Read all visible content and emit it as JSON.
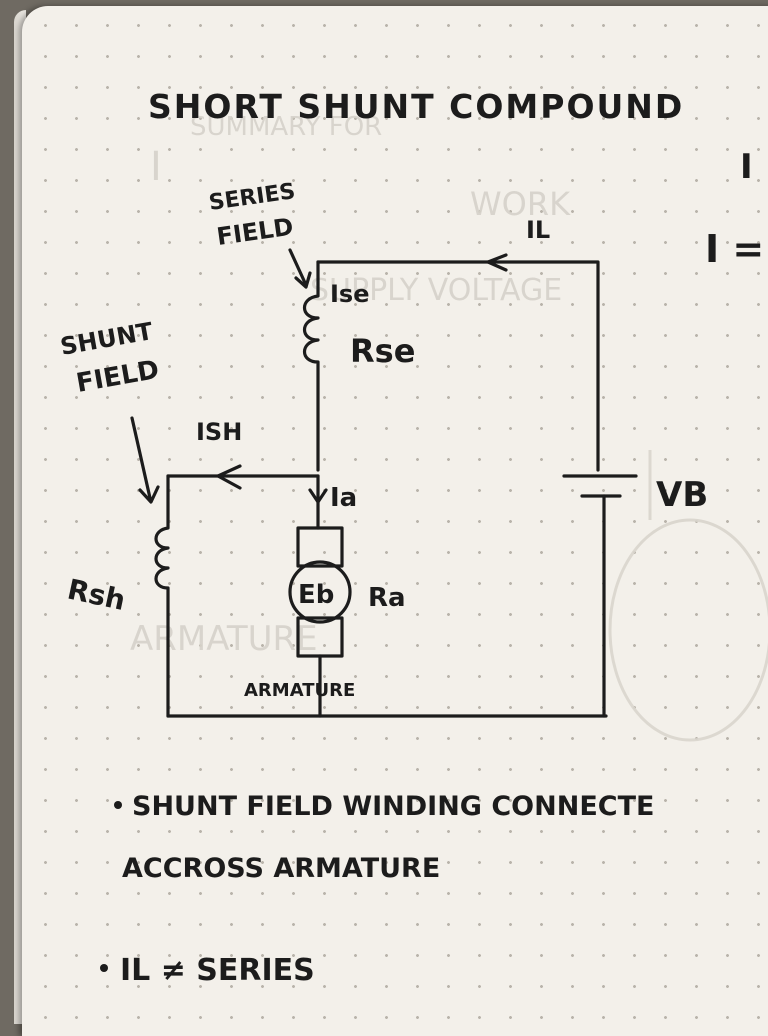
{
  "title": "SHORT SHUNT COMPOUND",
  "labels": {
    "series_field": [
      "SERIES",
      "FIELD"
    ],
    "shunt_field": [
      "SHUNT",
      "FIELD"
    ],
    "i_l": "IL",
    "i_se": "Ise",
    "r_se": "Rse",
    "i_sh": "ISH",
    "i_a": "Ia",
    "e_b": "Eb",
    "r_a": "Ra",
    "r_sh": "Rsh",
    "v_b": "VB",
    "armature": "ARMATURE"
  },
  "notes": {
    "note1_line1": "SHUNT FIELD WINDING CONNECTE",
    "note1_line2": "ACCROSS ARMATURE",
    "note2": "IL ≠ SERIES"
  },
  "edge_text": {
    "right_top": "I",
    "right_mid": "I ="
  },
  "colors": {
    "ink": "#1c1c1c",
    "paper": "#f3f0ea",
    "dots": "#b9b4ab"
  }
}
